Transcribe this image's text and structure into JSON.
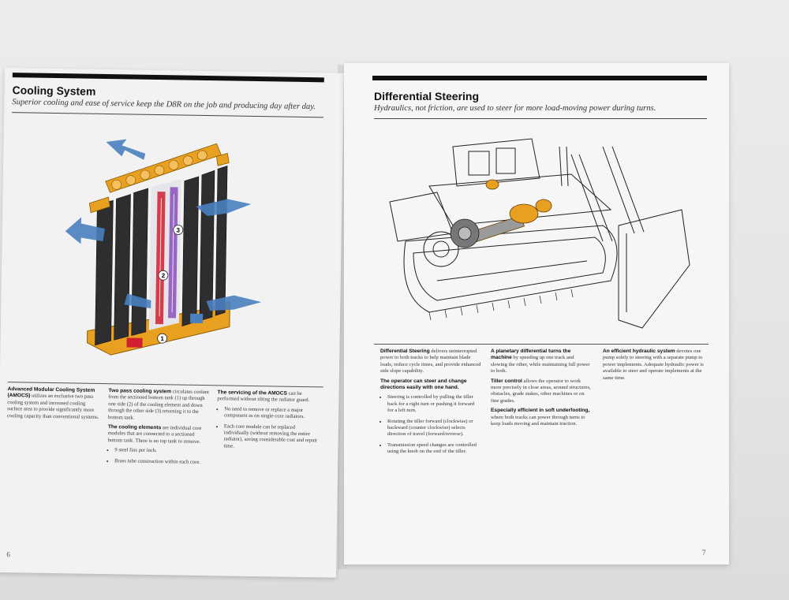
{
  "left_page": {
    "title": "Cooling System",
    "subtitle": "Superior cooling and ease of service keep the D8R on the job and producing day after day.",
    "col1": {
      "lead": "Advanced Modular Cooling System (AMOCS)",
      "text": "utilizes an exclusive two pass cooling system and increased cooling surface area to provide significantly more cooling capacity than conventional systems."
    },
    "col2": {
      "lead1": "Two pass cooling system",
      "text1": "circulates coolant from the sectioned bottom tank (1) up through one side (2) of the cooling element and down through the other side (3) returning it to the bottom tank.",
      "lead2": "The cooling elements",
      "text2": "are individual core modules that are connected to a sectioned bottom tank. There is no top tank to remove.",
      "bullets": [
        "9 steel fins per inch.",
        "Brass tube construction within each core."
      ]
    },
    "col3": {
      "lead": "The servicing of the AMOCS",
      "text": "can be performed without tilting the radiator guard.",
      "bullets": [
        "No need to remove or replace a major component as on single-core radiators.",
        "Each core module can be replaced individually (without removing the entire radiator), saving considerable cost and repair time."
      ]
    },
    "callouts": [
      "1",
      "2",
      "3"
    ],
    "page_number": "6"
  },
  "right_page": {
    "title": "Differential Steering",
    "subtitle": "Hydraulics, not friction, are used to steer for more load-moving power during turns.",
    "col1": {
      "lead1": "Differential Steering",
      "text1": "delivers uninterrupted power to both tracks to help maintain blade loads, reduce cycle times, and provide enhanced side slope capability.",
      "lead2": "The operator can steer and change directions easily with one hand.",
      "bullets": [
        "Steering is controlled by pulling the tiller back for a right turn or pushing it forward for a left turn.",
        "Rotating the tiller forward (clockwise) or backward (counter clockwise) selects direction of travel (forward/reverse).",
        "Transmission speed changes are controlled using the knob on the end of the tiller."
      ]
    },
    "col2": {
      "lead1": "A planetary differential turns the machine",
      "text1": "by speeding up one track and slowing the other, while maintaining full power to both.",
      "lead2": "Tiller control",
      "text2": "allows the operator to work more precisely in close areas, around structures, obstacles, grade stakes, other machines or on fine grades.",
      "lead3": "Especially efficient in soft underfooting,",
      "text3": "where both tracks can power through turns to keep loads moving and maintain traction."
    },
    "col3": {
      "lead": "An efficient hydraulic system",
      "text": "devotes one pump solely to steering with a separate pump to power implements. Adequate hydraulic power is available to steer and operate implements at the same time."
    },
    "page_number": "7"
  },
  "colors": {
    "radiator_orange": "#e8a020",
    "airflow_blue": "#4a80c0",
    "core_dark": "#2e2e30",
    "hot_red": "#d02030",
    "cool_purple": "#8a50c0"
  }
}
